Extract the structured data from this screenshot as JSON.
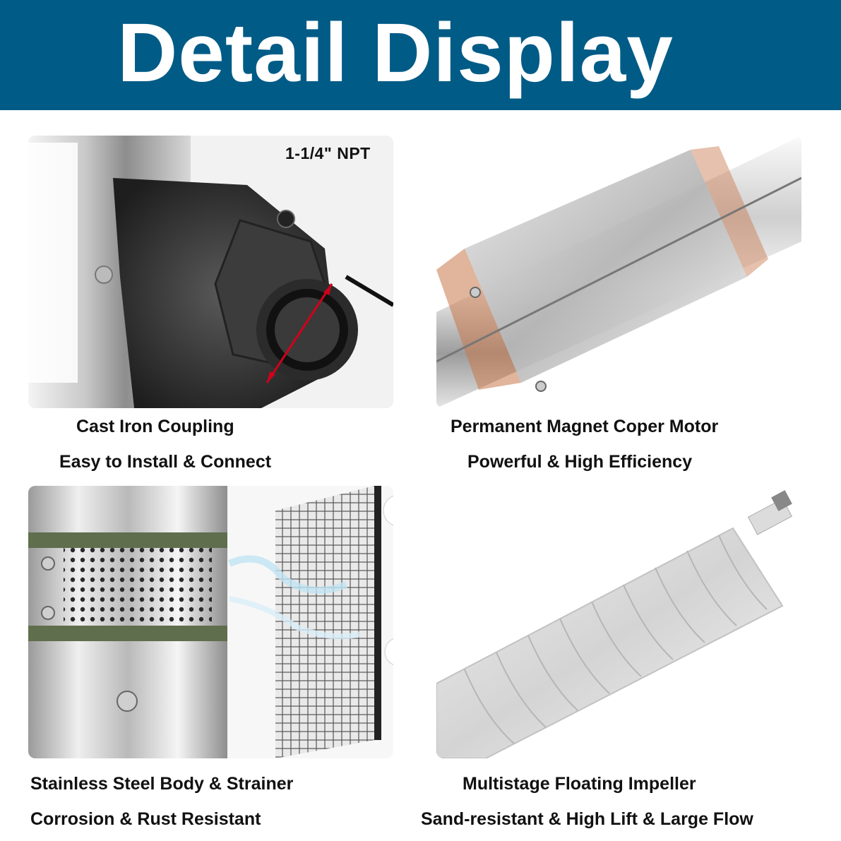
{
  "header": {
    "title": "Detail Display"
  },
  "panels": {
    "coupling": {
      "badge": "1-1/4\" NPT",
      "caption_main": "Cast Iron Coupling",
      "caption_sub": "Easy to Install & Connect"
    },
    "motor": {
      "caption_main": "Permanent Magnet Coper Motor",
      "caption_sub": "Powerful & High Efficiency"
    },
    "body": {
      "caption_main": "Stainless Steel Body & Strainer",
      "caption_sub": "Corrosion & Rust Resistant"
    },
    "impeller": {
      "caption_main": "Multistage Floating Impeller",
      "caption_sub": "Sand-resistant & High Lift & Large Flow"
    }
  },
  "colors": {
    "banner": "#005b86",
    "arrow": "#d0021b",
    "copper": "#c8764a"
  }
}
